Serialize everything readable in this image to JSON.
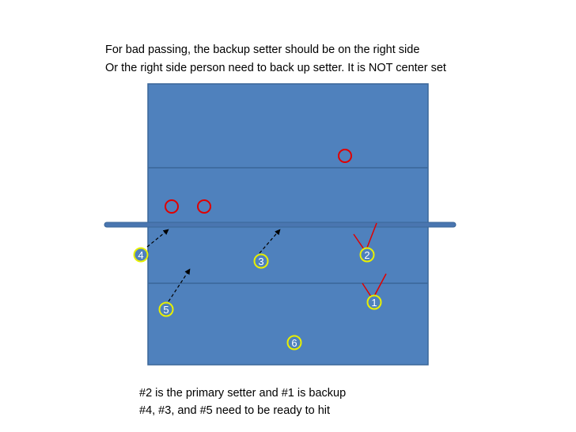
{
  "notes": {
    "top_line1": "For bad passing, the backup setter should be on the right side",
    "top_line2": "Or the right side person need to back up setter. It is NOT center set",
    "bottom_line1": "#2 is the primary setter and #1 is backup",
    "bottom_line2": "#4, #3, and #5 need to be ready to hit"
  },
  "players": [
    {
      "number": "4"
    },
    {
      "number": "3"
    },
    {
      "number": "2"
    },
    {
      "number": "1"
    },
    {
      "number": "5"
    },
    {
      "number": "6"
    }
  ],
  "opponents_count": 3,
  "colors": {
    "court_fill": "#4f81bd",
    "court_line": "#3a6698",
    "net": "#4a76b0",
    "player_ring": "#e8f000",
    "opponent_ring": "#e00000",
    "arrow": "#000000"
  }
}
